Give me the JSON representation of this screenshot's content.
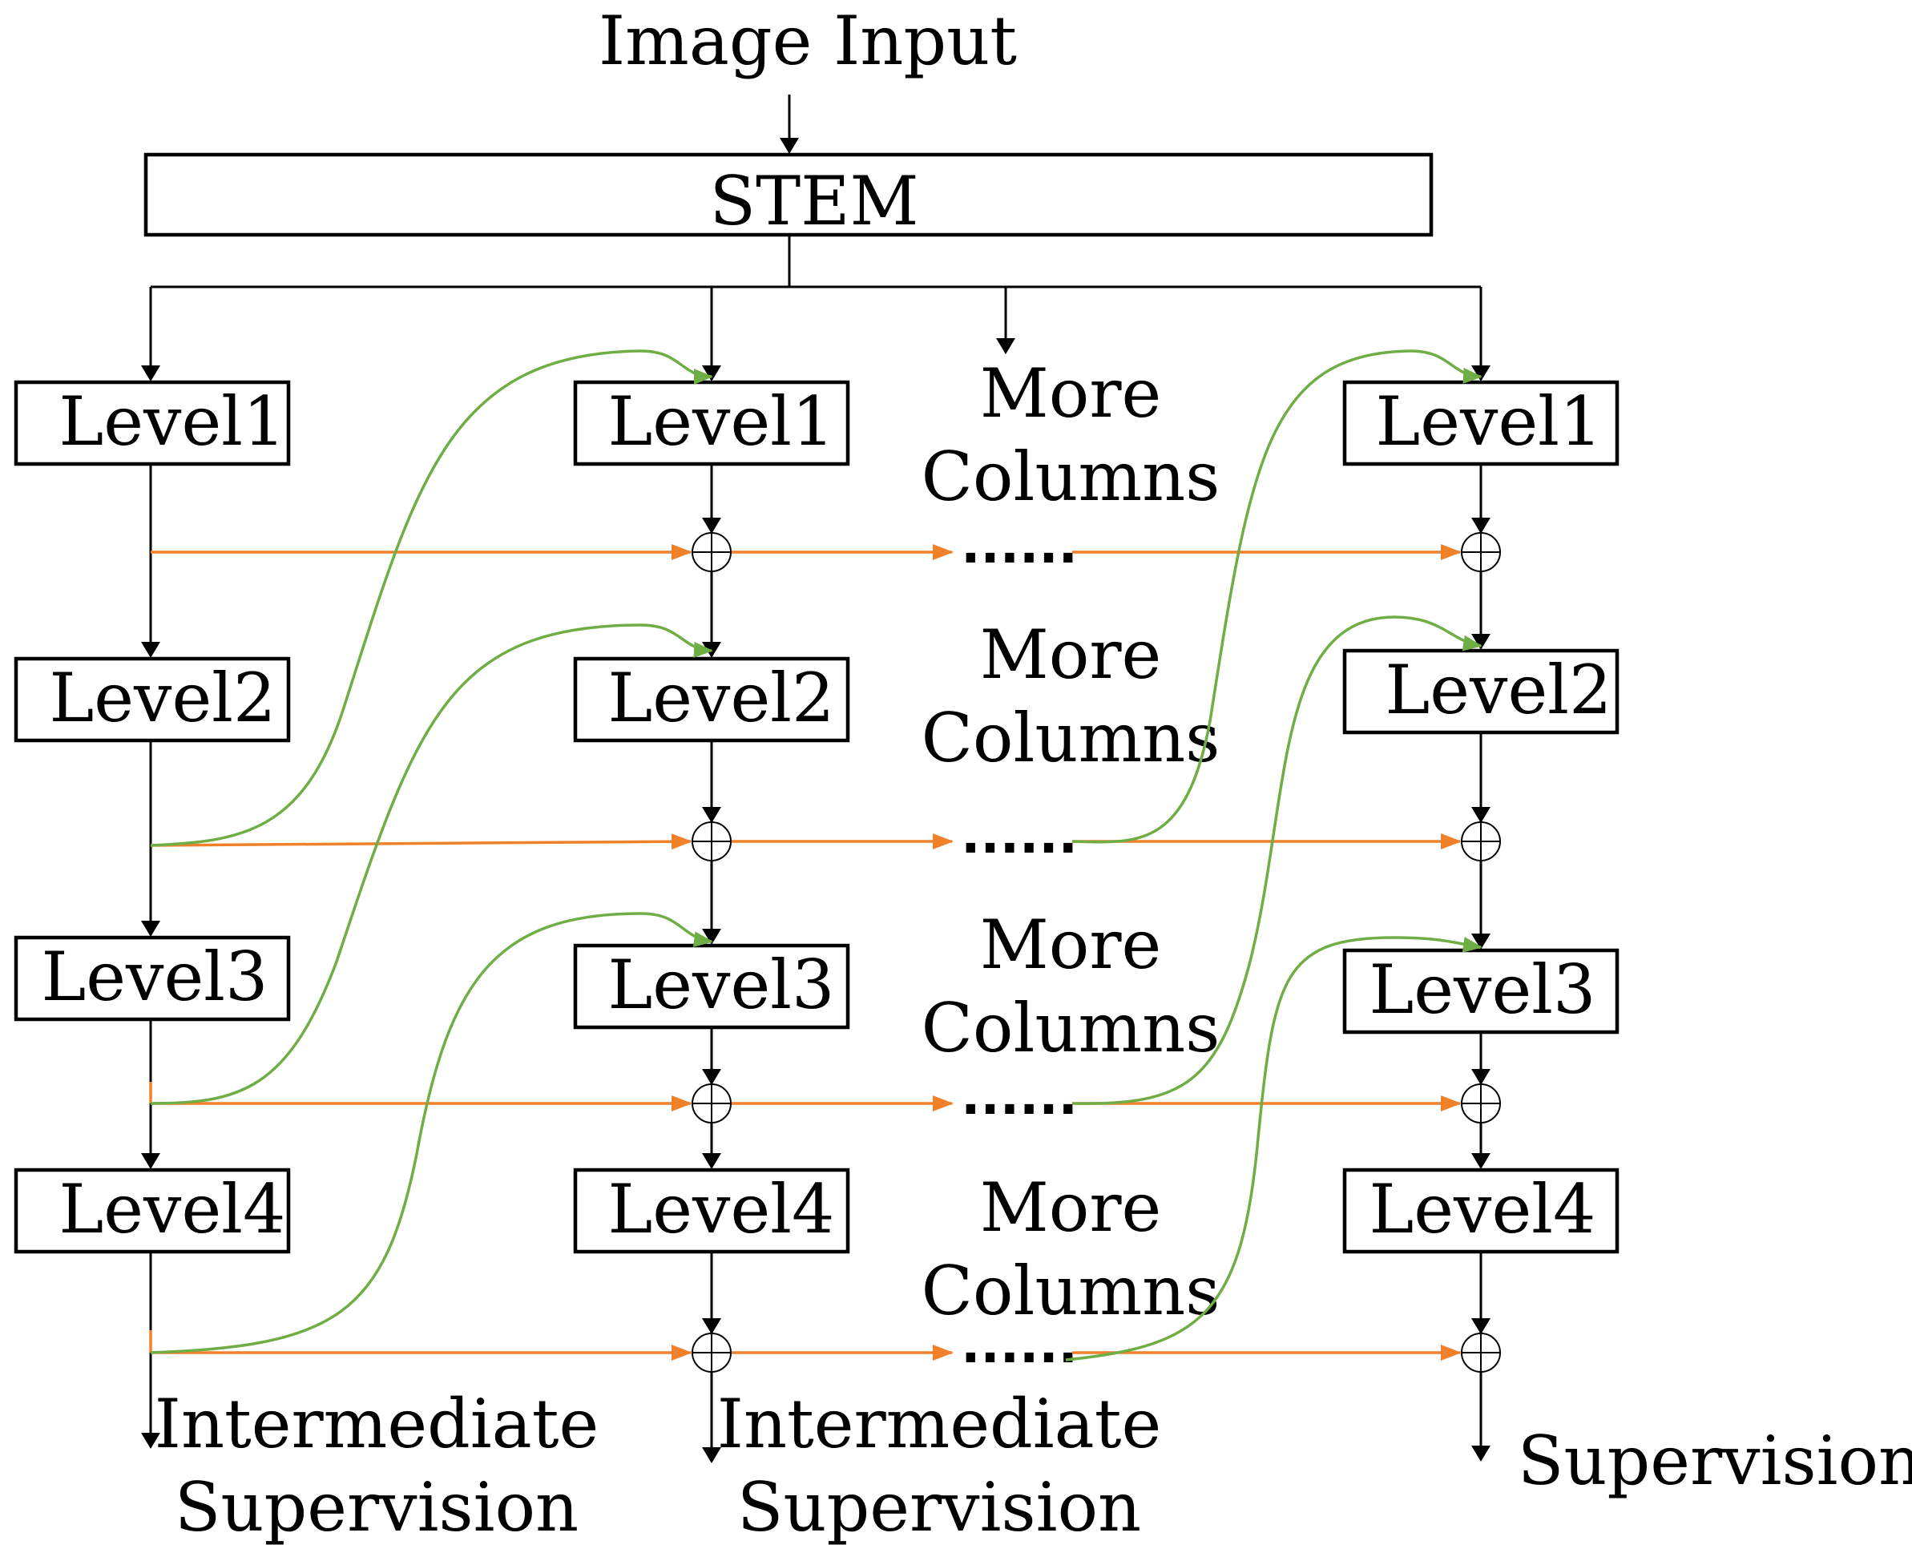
{
  "title": "Image Input",
  "stem_label": "STEM",
  "column1": {
    "levels": [
      "Level1",
      "Level2",
      "Level3",
      "Level4"
    ],
    "output_lines": [
      "Intermediate",
      "Supervision"
    ]
  },
  "column2": {
    "levels": [
      "Level1",
      "Level2",
      "Level3",
      "Level4"
    ],
    "output_lines": [
      "Intermediate",
      "Supervision"
    ]
  },
  "more_columns": {
    "lines": [
      "More",
      "Columns"
    ],
    "ellipsis": "......"
  },
  "column_last": {
    "levels": [
      "Level1",
      "Level2",
      "Level3",
      "Level4"
    ],
    "output_label": "Supervision"
  },
  "colors": {
    "lateral": "#F0802A",
    "cross": "#6FAE45",
    "main": "#000000"
  },
  "icons": [
    "arrow-down-icon",
    "arrow-right-icon",
    "sum-node-icon"
  ]
}
